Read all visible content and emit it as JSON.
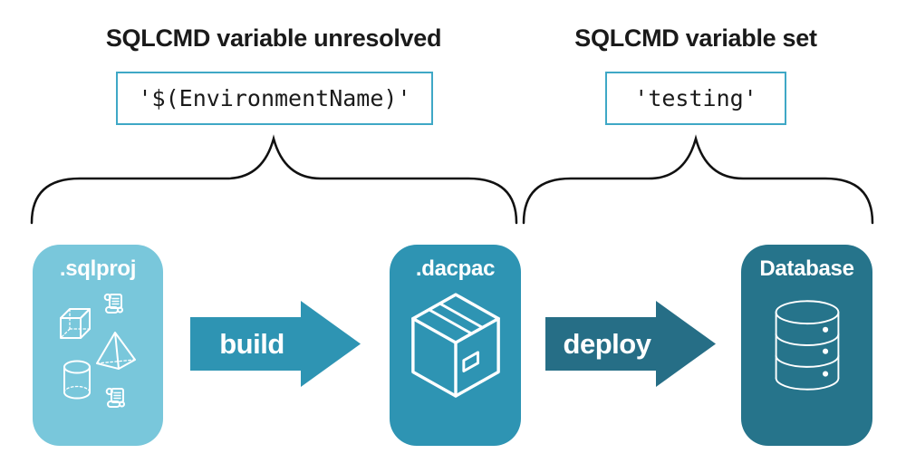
{
  "palette": {
    "light_blue": "#79C7DB",
    "teal": "#2E94B3",
    "deploy_teal": "#266E86",
    "dark_teal": "#26748B",
    "code_border": "#3FA8C6",
    "text_dark": "#1A1A1A",
    "white": "#FFFFFF",
    "brace": "#111111"
  },
  "annotations": {
    "left": {
      "title": "SQLCMD variable unresolved",
      "code": "'$(EnvironmentName)'"
    },
    "right": {
      "title": "SQLCMD variable set",
      "code": "'testing'"
    }
  },
  "pipeline": {
    "stages": [
      {
        "label": ".sqlproj",
        "icons": [
          "scroll-icon",
          "cube-icon",
          "pyramid-icon",
          "cylinder-icon",
          "scroll-icon"
        ]
      },
      {
        "label": ".dacpac",
        "icons": [
          "package-icon"
        ]
      },
      {
        "label": "Database",
        "icons": [
          "database-icon"
        ]
      }
    ],
    "arrows": [
      {
        "label": "build"
      },
      {
        "label": "deploy"
      }
    ]
  }
}
